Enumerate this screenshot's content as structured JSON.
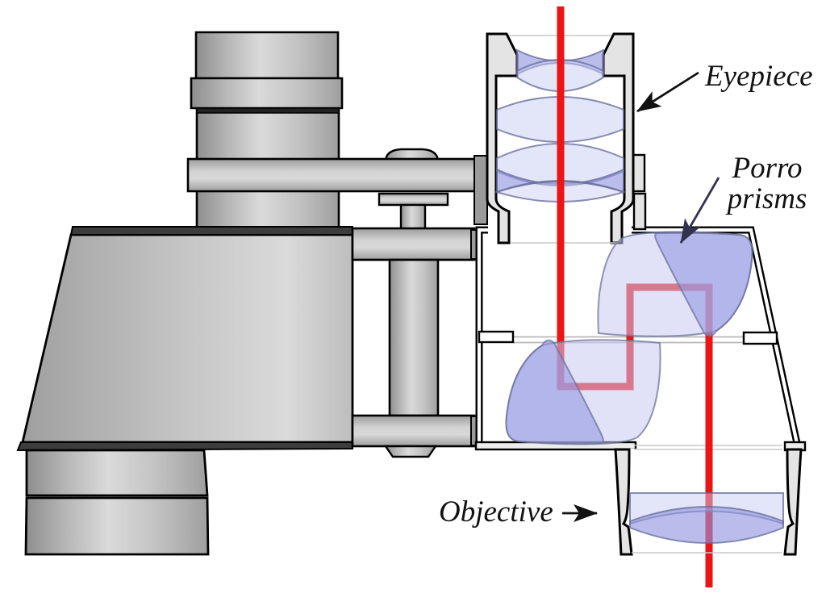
{
  "labels": {
    "eyepiece": "Eyepiece",
    "porro_line1": "Porro",
    "porro_line2": "prisms",
    "objective": "Objective"
  },
  "colors": {
    "light_path_red": "#ec1414",
    "prism_glass_light": "#c8cbf2",
    "prism_glass_dark": "#9499e2",
    "metal_gray": "#c6c6c6",
    "outline_black": "#000000",
    "label_ink": "#111111",
    "porro_arrow_ink": "#32324e"
  }
}
